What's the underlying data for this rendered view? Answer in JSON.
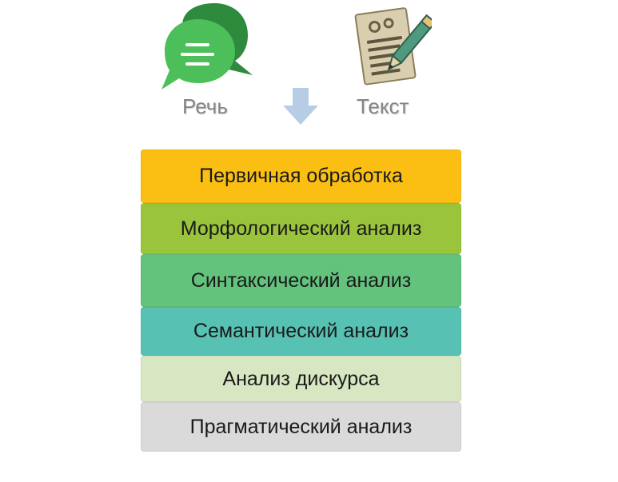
{
  "inputs": {
    "speech_label": "Речь",
    "text_label": "Текст"
  },
  "layers": [
    {
      "label": "Первичная обработка",
      "color": "#fbbf13"
    },
    {
      "label": "Морфологический анализ",
      "color": "#9ac43c"
    },
    {
      "label": "Синтаксический анализ",
      "color": "#63c37d"
    },
    {
      "label": "Семантический анализ",
      "color": "#57c1b3"
    },
    {
      "label": "Анализ дискурса",
      "color": "#d8e6c2"
    },
    {
      "label": "Прагматический анализ",
      "color": "#dadada"
    }
  ],
  "icons": {
    "speech": "chat-bubbles-icon",
    "text": "document-pen-icon",
    "arrow": "arrow-down-icon"
  }
}
